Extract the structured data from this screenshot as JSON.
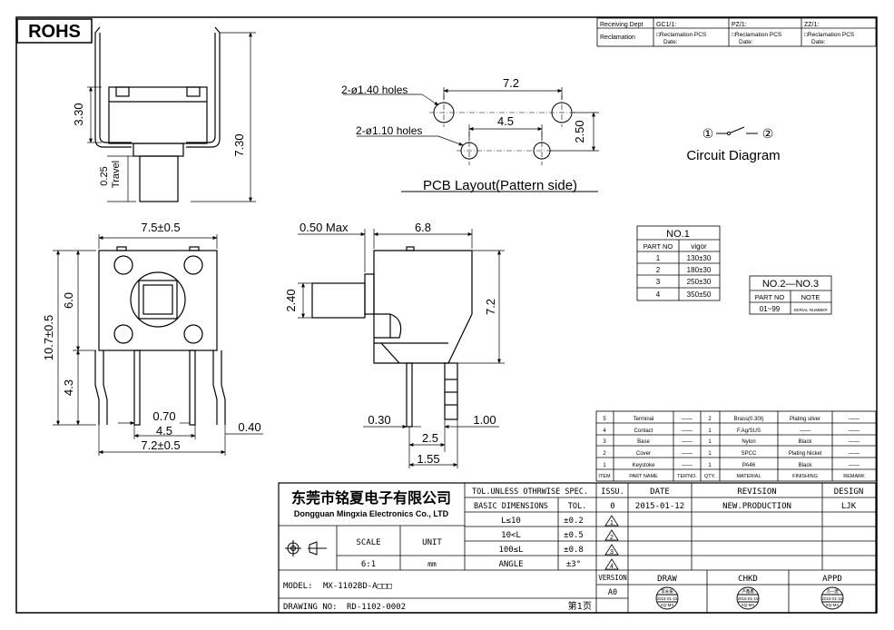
{
  "rohs": "ROHS",
  "approval": {
    "receiving_dept": "Receiving Dept",
    "reclamation": "Reclamation",
    "cols": [
      {
        "head": "GC1/1:",
        "check": "□Reclamation PCS",
        "date": "Date:"
      },
      {
        "head": "PZ/1:",
        "check": "□Reclamation PCS",
        "date": "Date:"
      },
      {
        "head": "ZZ/1:",
        "check": "□Reclamation PCS",
        "date": "Date:"
      }
    ]
  },
  "side_view": {
    "dim_3_30": "3.30",
    "dim_7_30": "7.30",
    "dim_0_25": "0.25",
    "travel": "Travel"
  },
  "pcb": {
    "holes_140": "2-ø1.40 holes",
    "holes_110": "2-ø1.10 holes",
    "dim_7_2": "7.2",
    "dim_4_5": "4.5",
    "dim_2_50": "2.50",
    "title": "PCB Layout(Pattern side)"
  },
  "circuit": {
    "node1": "①",
    "node2": "②",
    "title": "Circuit Diagram"
  },
  "front_view": {
    "dim_7_5": "7.5±0.5",
    "dim_6_0": "6.0",
    "dim_10_7": "10.7±0.5",
    "dim_4_3": "4.3",
    "dim_0_70": "0.70",
    "dim_4_5": "4.5",
    "dim_0_40": "0.40",
    "dim_7_2": "7.2±0.5"
  },
  "profile_view": {
    "dim_0_50": "0.50 Max",
    "dim_6_8": "6.8",
    "dim_2_40": "2.40",
    "dim_7_2": "7.2",
    "dim_0_30": "0.30",
    "dim_1_00": "1.00",
    "dim_2_5": "2.5",
    "dim_1_55": "1.55"
  },
  "no1_table": {
    "title": "NO.1",
    "headers": [
      "PART NO",
      "vigor"
    ],
    "rows": [
      [
        "1",
        "130±30"
      ],
      [
        "2",
        "180±30"
      ],
      [
        "3",
        "250±30"
      ],
      [
        "4",
        "350±50"
      ]
    ]
  },
  "no23_table": {
    "title": "NO.2—NO.3",
    "headers": [
      "PART NO",
      "NOTE"
    ],
    "rows": [
      [
        "01~99",
        "SERIAL NUMBER"
      ]
    ]
  },
  "bom": {
    "headers": [
      "ITEM",
      "PART NAME",
      "TER'NO.",
      "QTY.",
      "MATERIAL",
      "FINISHING",
      "REMARK"
    ],
    "rows": [
      [
        "5",
        "Terminal",
        "——",
        "2",
        "Brass(0.30t)",
        "Plating silver",
        "——"
      ],
      [
        "4",
        "Contact",
        "——",
        "1",
        "F.Ag/SUS",
        "——",
        "——"
      ],
      [
        "3",
        "Base",
        "——",
        "1",
        "Nylon",
        "Black",
        "——"
      ],
      [
        "2",
        "Cover",
        "——",
        "1",
        "SPCC",
        "Plating Nickel",
        "——"
      ],
      [
        "1",
        "Keystoke",
        "——",
        "1",
        "PA46",
        "Black",
        "——"
      ]
    ]
  },
  "title_block": {
    "company_cn": "东莞市铭夏电子有限公司",
    "company_en": "Dongguan Mingxia Electronics Co., LTD",
    "tol_head": "TOL.UNLESS OTHRWISE SPEC.",
    "basic_dims": "BASIC DIMENSIONS",
    "tol": "TOL.",
    "tol_rows": [
      [
        "L≤10",
        "±0.2"
      ],
      [
        "10<L",
        "±0.5"
      ],
      [
        "100≤L",
        "±0.8"
      ],
      [
        "ANGLE",
        "±3°"
      ]
    ],
    "scale": "SCALE",
    "unit": "UNIT",
    "scale_val": "6:1",
    "unit_val": "mm",
    "model_label": "MODEL:",
    "model_val": "MX-1102BD-A□□□",
    "drawing_label": "DRAWING NO:",
    "drawing_val": "RD-1102-0002",
    "page": "第1页",
    "rev_headers": [
      "ISSU.",
      "DATE",
      "REVISION",
      "DESIGN"
    ],
    "rev_rows": [
      [
        "0",
        "2015-01-12",
        "NEW.PRODUCTION",
        "LJK"
      ]
    ],
    "rev_marks": [
      "1",
      "2",
      "3",
      "4"
    ],
    "version": "VERSION",
    "version_val": "A0",
    "draw": "DRAW",
    "chkd": "CHKD",
    "appd": "APPD",
    "stamps": [
      {
        "name": "李永振",
        "date": "2015-01-15",
        "code": "XQ-MX"
      },
      {
        "name": "卢鑫鑫",
        "date": "2015-01-15",
        "code": "XQ-MX"
      },
      {
        "name": "冯一建",
        "date": "2015-01-15",
        "code": "XQ-MX"
      }
    ]
  }
}
